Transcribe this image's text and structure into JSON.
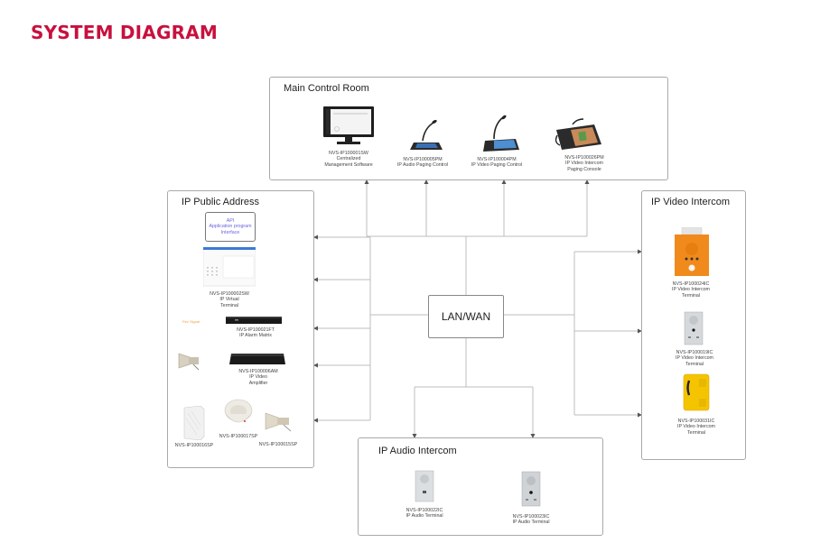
{
  "page": {
    "title": "SYSTEM DIAGRAM",
    "accent_color": "#c8103e"
  },
  "hub": {
    "label": "LAN/WAN"
  },
  "panels": {
    "main_control": {
      "title": "Main Control Room",
      "devices": [
        {
          "model": "NVS-IP100001SW",
          "desc1": "Centralized",
          "desc2": "Management Software",
          "icon": "monitor-icon"
        },
        {
          "model": "NVS-IP100005PM",
          "desc1": "IP Audio Paging Control",
          "desc2": "",
          "icon": "paging-mic-icon"
        },
        {
          "model": "NVS-IP100004PM",
          "desc1": "IP Video Paging Control",
          "desc2": "",
          "icon": "video-paging-mic-icon"
        },
        {
          "model": "NVS-IP100026PM",
          "desc1": "IP Video Intercom",
          "desc2": "Paging Console",
          "icon": "paging-console-icon"
        }
      ]
    },
    "public_address": {
      "title": "IP Public Address",
      "api": {
        "line1": "API",
        "line2": "Application program",
        "line3": "Interface"
      },
      "fire_signal": "Fire Signal",
      "devices": [
        {
          "model": "NVS-IP100002SW",
          "desc1": "IP Virtual",
          "desc2": "Terminal"
        },
        {
          "model": "NVS-IP100021FT",
          "desc1": "IP Alarm Matrix",
          "desc2": ""
        },
        {
          "model": "NVS-IP100006AM",
          "desc1": "IP Video",
          "desc2": "Amplifier"
        },
        {
          "model": "NVS-IP100016SP",
          "desc1": "",
          "desc2": ""
        },
        {
          "model": "NVS-IP100017SP",
          "desc1": "",
          "desc2": ""
        },
        {
          "model": "NVS-IP100015SP",
          "desc1": "",
          "desc2": ""
        }
      ]
    },
    "video_intercom": {
      "title": "IP Video Intercom",
      "devices": [
        {
          "model": "NVS-IP100024IC",
          "desc1": "IP Video Intercom",
          "desc2": "Terminal",
          "color": "#f08a1c"
        },
        {
          "model": "NVS-IP100019IC",
          "desc1": "IP Video Intercom",
          "desc2": "Terminal",
          "color": "#cfd2d6"
        },
        {
          "model": "NVS-IP100031IC",
          "desc1": "IP Video Intercom",
          "desc2": "Terminal",
          "color": "#f5c400"
        }
      ]
    },
    "audio_intercom": {
      "title": "IP Audio  Intercom",
      "devices": [
        {
          "model": "NVS-IP100022IC",
          "desc1": "IP Audio Terminal"
        },
        {
          "model": "NVS-IP100023IC",
          "desc1": "IP Audio Terminal"
        }
      ]
    }
  }
}
